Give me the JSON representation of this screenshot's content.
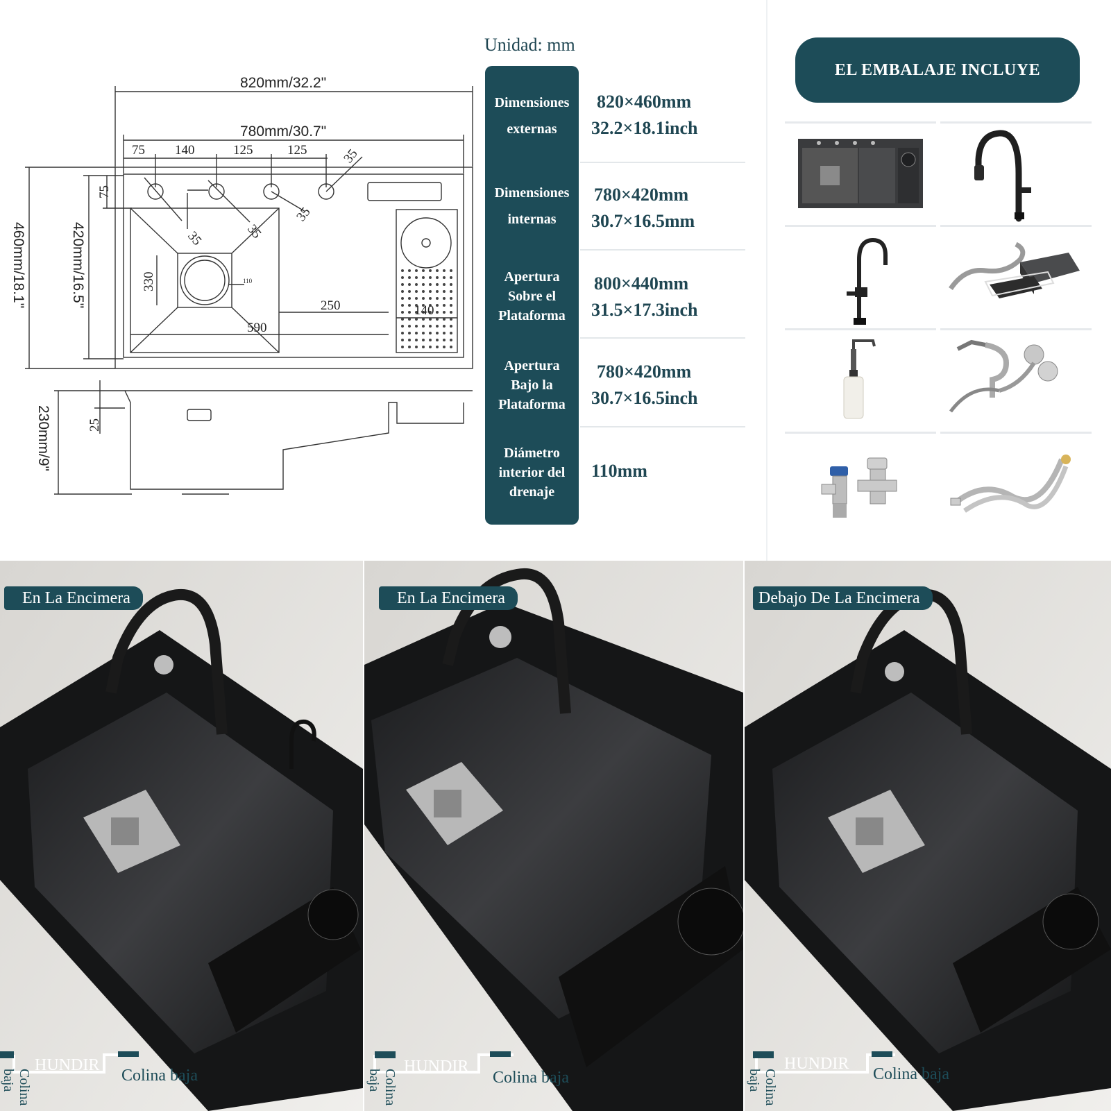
{
  "drawing": {
    "overall_width": "820mm/32.2\"",
    "inner_width": "780mm/30.7\"",
    "overall_depth": "460mm/18.1\"",
    "inner_depth": "420mm/16.5\"",
    "height": "230mm/9\"",
    "hole_spacing": [
      "75",
      "140",
      "125",
      "125"
    ],
    "hole_diameter": "35",
    "offset_75": "75",
    "basin_330": "330",
    "drain_110": "110",
    "dim_250": "250",
    "dim_590": "590",
    "dim_140": "140",
    "dim_25": "25"
  },
  "spec_table": {
    "unit": "Unidad: mm",
    "rows": [
      {
        "label": [
          "Dimensiones",
          "externas"
        ],
        "values": [
          "820×460mm",
          "32.2×18.1inch"
        ]
      },
      {
        "label": [
          "Dimensiones",
          "internas"
        ],
        "values": [
          "780×420mm",
          "30.7×16.5mm"
        ]
      },
      {
        "label": [
          "Apertura",
          "Sobre el",
          "Plataforma"
        ],
        "values": [
          "800×440mm",
          "31.5×17.3inch"
        ]
      },
      {
        "label": [
          "Apertura",
          "Bajo la",
          "Plataforma"
        ],
        "values": [
          "780×420mm",
          "30.7×16.5inch"
        ]
      },
      {
        "label": [
          "Diámetro",
          "interior del",
          "drenaje"
        ],
        "values": [
          "110mm"
        ]
      }
    ]
  },
  "package": {
    "title": "EL EMBALAJE INCLUYE",
    "items": [
      {
        "icon": "sink-icon"
      },
      {
        "icon": "pull-down-faucet-icon"
      },
      {
        "icon": "drinking-faucet-icon"
      },
      {
        "icon": "cup-washer-kit-icon"
      },
      {
        "icon": "soap-dispenser-icon"
      },
      {
        "icon": "drain-pipe-icon"
      },
      {
        "icon": "angle-valve-icon"
      },
      {
        "icon": "braided-hose-icon"
      }
    ]
  },
  "installations": [
    {
      "badge": "En La Encimera",
      "hundir": "HUNDIR",
      "low": "Colina baja",
      "side": "Colina baja"
    },
    {
      "badge": "En La Encimera",
      "hundir": "HUNDIR",
      "low": "Colina baja",
      "side": "Colina baja"
    },
    {
      "badge": "Debajo De La Encimera",
      "hundir": "HUNDIR",
      "low": "Colina baja",
      "side": "Colina baja"
    }
  ],
  "colors": {
    "accent": "#1d4c58",
    "sink": "#2a2c2e",
    "counter": "#e4e2de"
  }
}
